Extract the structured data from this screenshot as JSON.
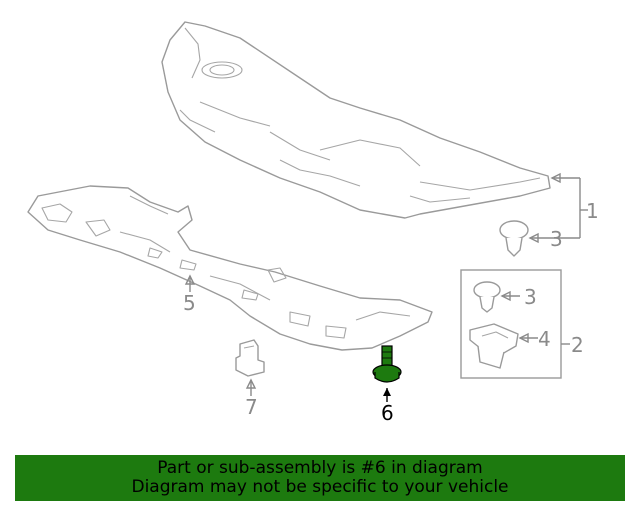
{
  "callouts": {
    "c1": "1",
    "c2": "2",
    "c3a": "3",
    "c3b": "3",
    "c4": "4",
    "c5": "5",
    "c6": "6",
    "c7": "7"
  },
  "highlight_part": "6",
  "colors": {
    "banner_bg": "#1d7a0f",
    "highlight_part_fill": "#1d7a0f",
    "line_art": "#9a9a9a"
  },
  "banner": {
    "line1": "Part or sub-assembly is #6 in diagram",
    "line2": "Diagram may not be specific to your vehicle"
  }
}
